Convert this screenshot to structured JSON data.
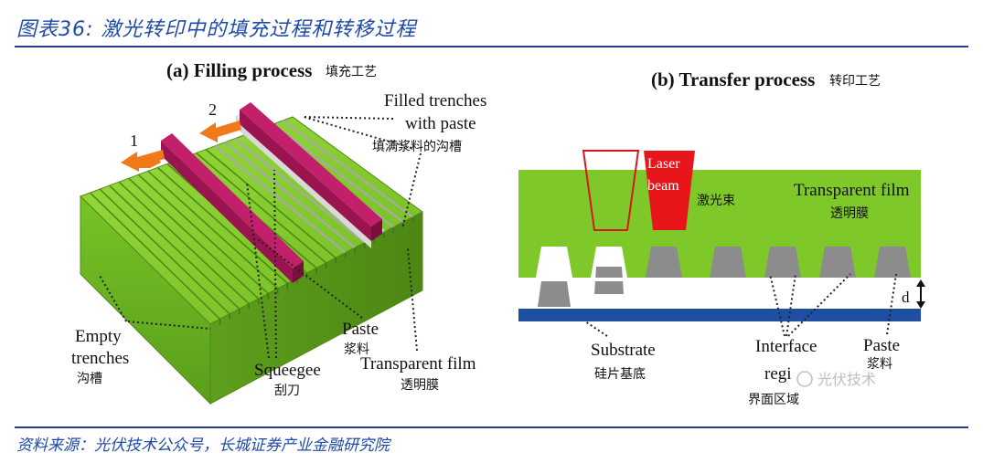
{
  "caption": "图表36: 激光转印中的填充过程和转移过程",
  "source": "资料来源：光伏技术公众号，长城证券产业金融研究院",
  "panel_a": {
    "title": "(a) Filling process",
    "title_zh": "填充工艺",
    "step1": "1",
    "step2": "2",
    "filled_en1": "Filled trenches",
    "filled_en2": "with paste",
    "filled_zh": "填满浆料的沟槽",
    "empty_en1": "Empty",
    "empty_en2": "trenches",
    "empty_zh": "沟槽",
    "squeegee_en": "Squeegee",
    "squeegee_zh": "刮刀",
    "paste_en": "Paste",
    "paste_zh": "浆料",
    "film_en": "Transparent film",
    "film_zh": "透明膜"
  },
  "panel_b": {
    "title": "(b) Transfer process",
    "title_zh": "转印工艺",
    "laser_en1": "Laser",
    "laser_en2": "beam",
    "laser_zh": "激光束",
    "film_en": "Transparent film",
    "film_zh": "透明膜",
    "d_label": "d",
    "substrate_en": "Substrate",
    "substrate_zh": "硅片基底",
    "interface_en1": "Interface",
    "interface_en2": "regi",
    "interface_zh": "界面区域",
    "paste_en": "Paste",
    "paste_zh": "浆料",
    "watermark": "光伏技术"
  },
  "colors": {
    "green": "#7ec82a",
    "green_dark": "#5ea51e",
    "squeegee": "#b0175a",
    "laser": "#e8161a",
    "substrate": "#1f4fa0",
    "paste": "#8c8c8c",
    "accent": "#1f4aa8"
  }
}
